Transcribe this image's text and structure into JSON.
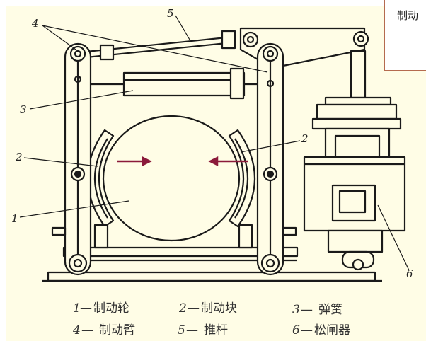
{
  "callout": {
    "text": "制动"
  },
  "part_numbers": {
    "brake_wheel": "1",
    "brake_shoe": "2",
    "spring": "3",
    "brake_arm": "4",
    "push_rod": "5",
    "brake_release": "6"
  },
  "legend": [
    {
      "num": "1",
      "text": "制动轮"
    },
    {
      "num": "2",
      "text": "制动块"
    },
    {
      "num": "3",
      "text": "弹簧"
    },
    {
      "num": "4",
      "text": "制动臂"
    },
    {
      "num": "5",
      "text": "推杆"
    },
    {
      "num": "6",
      "text": "松闸器"
    }
  ],
  "colors": {
    "background": "#fffde6",
    "line": "#1a1a1a",
    "arrow": "#8b1a3a",
    "callout_border": "#b56b4f"
  }
}
